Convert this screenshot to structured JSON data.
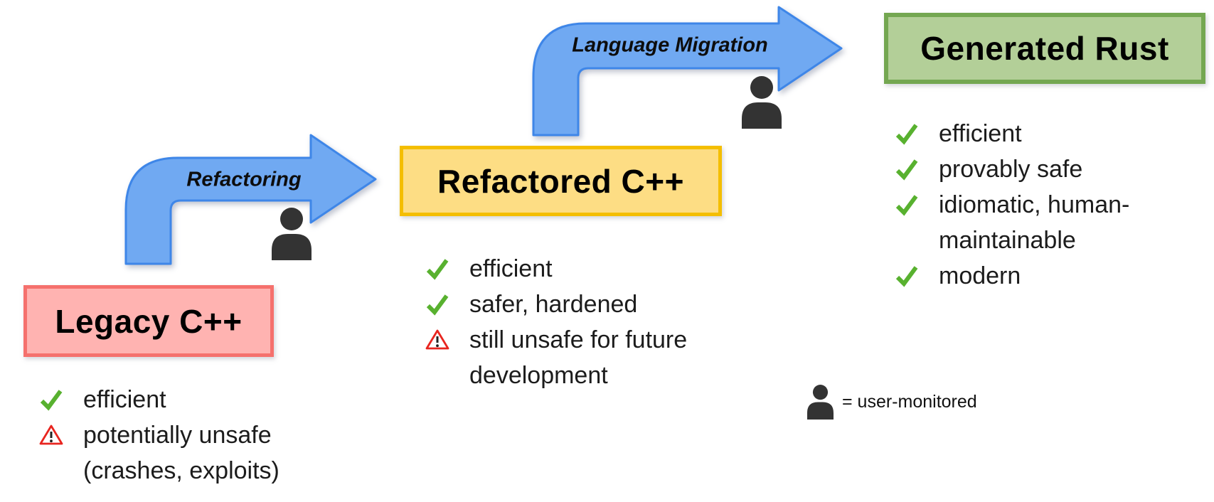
{
  "stages": [
    {
      "title": "Legacy C++",
      "items": [
        {
          "icon": "check-icon",
          "text": "efficient"
        },
        {
          "icon": "warning-icon",
          "text": "potentially unsafe\n(crashes, exploits)"
        }
      ]
    },
    {
      "title": "Refactored C++",
      "items": [
        {
          "icon": "check-icon",
          "text": "efficient"
        },
        {
          "icon": "check-icon",
          "text": "safer, hardened"
        },
        {
          "icon": "warning-icon",
          "text": "still unsafe for future\ndevelopment"
        }
      ]
    },
    {
      "title": "Generated Rust",
      "items": [
        {
          "icon": "check-icon",
          "text": "efficient"
        },
        {
          "icon": "check-icon",
          "text": "provably safe"
        },
        {
          "icon": "check-icon",
          "text": "idiomatic, human-\nmaintainable"
        },
        {
          "icon": "check-icon",
          "text": "modern"
        }
      ]
    }
  ],
  "arrows": [
    {
      "label": "Refactoring"
    },
    {
      "label": "Language Migration"
    }
  ],
  "legend": {
    "icon": "person-icon",
    "text": "= user-monitored"
  },
  "colors": {
    "arrow_fill": "#70A9F2",
    "arrow_border": "#3E86E8",
    "legacy_fill": "#FFB3B1",
    "legacy_border": "#F5716D",
    "refactored_fill": "#FDDD84",
    "refactored_border": "#F4BE00",
    "rust_fill": "#B3CF98",
    "rust_border": "#74A751",
    "check_green": "#58B12F",
    "warning_red": "#E8251F",
    "person_dark": "#333333"
  }
}
